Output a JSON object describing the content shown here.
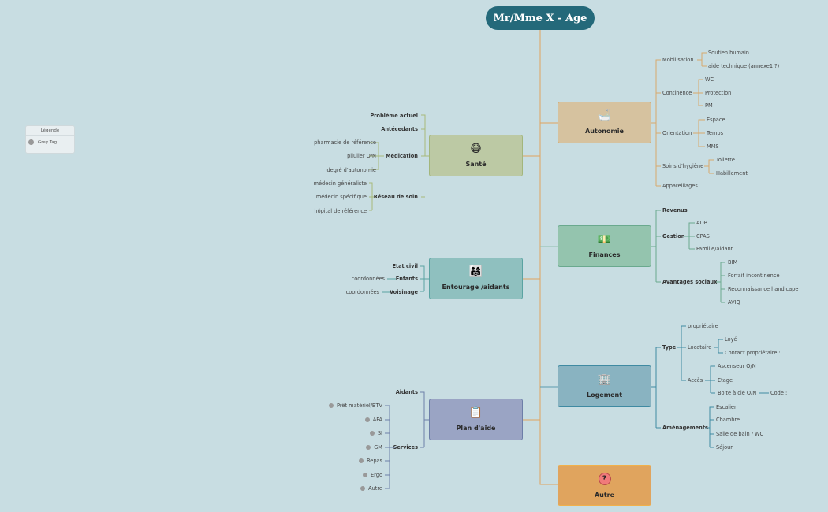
{
  "root": {
    "title": "Mr/Mme X - Age"
  },
  "legend": {
    "title": "Légende",
    "items": [
      "Grey Tag"
    ]
  },
  "colors": {
    "sante": "#bcc9a4",
    "autonomie": "#d6c29f",
    "entourage": "#8fc0bf",
    "finances": "#94c4ae",
    "plan": "#9aa4c4",
    "logement": "#89b3c1",
    "autre": "#e0a45e"
  },
  "nodes": {
    "sante": {
      "label": "Santé",
      "icon": "😷",
      "icon_name": "mask-face-icon"
    },
    "autonomie": {
      "label": "Autonomie",
      "icon": "🛁",
      "icon_name": "bathtub-icon"
    },
    "entourage": {
      "label": "Entourage /aidants",
      "icon": "👨‍👩‍👧",
      "icon_name": "family-icon"
    },
    "finances": {
      "label": "Finances",
      "icon": "💵",
      "icon_name": "money-icon"
    },
    "plan": {
      "label": "Plan d'aide",
      "icon": "📋",
      "icon_name": "checklist-icon"
    },
    "logement": {
      "label": "Logement",
      "icon": "🏢",
      "icon_name": "building-icon"
    },
    "autre": {
      "label": "Autre",
      "icon": "?",
      "icon_name": "question-icon"
    }
  },
  "sante": {
    "probleme": "Problème actuel",
    "antecedants": "Antécedants",
    "medication": "Médication",
    "med_items": [
      "pharmacie de référence",
      "pilulier O/N",
      "degré d'autonomie"
    ],
    "reseau": "Réseau de soin",
    "reseau_items": [
      "médecin généraliste",
      "médecin spécifique",
      "hôpital de référence"
    ]
  },
  "entourage": {
    "etat": "Etat civil",
    "enfants": "Enfants",
    "enfants_sub": "coordonnées",
    "voisinage": "Voisinage",
    "voisinage_sub": "coordonnées"
  },
  "plan": {
    "aidants": "Aidants",
    "services": "Services",
    "services_items": [
      "Prêt matériel/BTV",
      "AFA",
      "SI",
      "GM",
      "Repas",
      "Ergo",
      "Autre"
    ]
  },
  "autonomie": {
    "mobilisation": "Mobilisation",
    "mob_items": [
      "Soutien humain",
      "aide technique  (annexe1 ?)"
    ],
    "continence": "Continence",
    "cont_items": [
      "WC",
      "Protection",
      "PM"
    ],
    "orientation": "Orientation",
    "ori_items": [
      "Espace",
      "Temps",
      "MMS"
    ],
    "hygiene": "Soins d'hygiène",
    "hyg_items": [
      "Toilette",
      "Habillement"
    ],
    "appareillages": "Appareillages"
  },
  "finances": {
    "revenus": "Revenus",
    "gestion": "Gestion",
    "gestion_items": [
      "ADB",
      "CPAS",
      "Famille/aidant"
    ],
    "avantages": "Avantages sociaux",
    "avantages_items": [
      "BIM",
      "Forfait incontinence",
      "Reconnaissance handicape",
      "AVIQ"
    ]
  },
  "logement": {
    "type": "Type",
    "proprietaire": "propriétaire",
    "locataire": "Locataire",
    "locataire_items": [
      "Loyé",
      "Contact propriétaire :"
    ],
    "acces": "Accès",
    "acces_items": [
      "Ascenseur O/N",
      "Etage",
      "Boite à clé O/N"
    ],
    "code": "Code :",
    "amenagements": "Aménagements",
    "amen_items": [
      "Escalier",
      "Chambre",
      "Salle de bain / WC",
      "Séjour"
    ]
  }
}
